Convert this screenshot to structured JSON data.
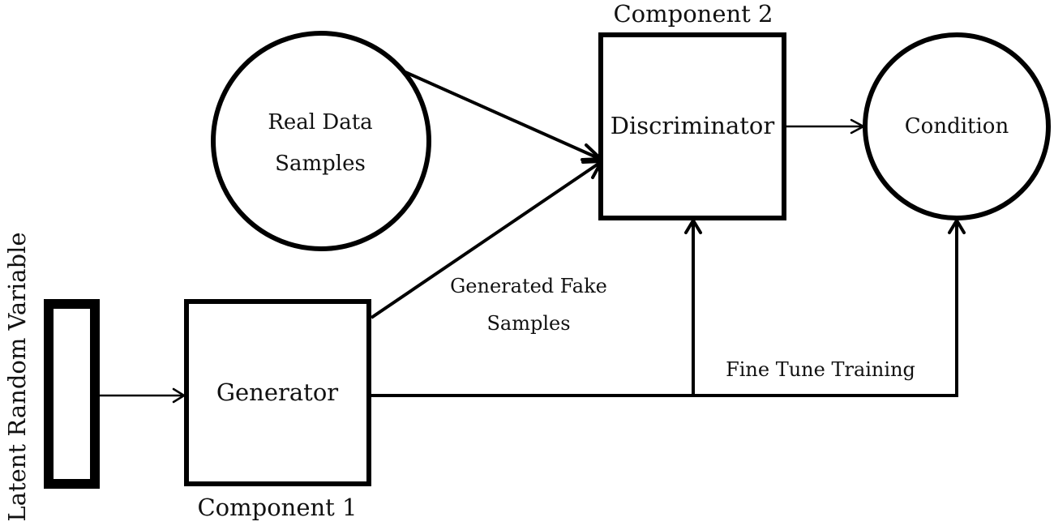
{
  "labels": {
    "latent": "Latent Random Variable",
    "generator": "Generator",
    "component1": "Component 1",
    "real_line1": "Real Data",
    "real_line2": "Samples",
    "discriminator": "Discriminator",
    "component2": "Component 2",
    "condition": "Condition",
    "fake_line1": "Generated Fake",
    "fake_line2": "Samples",
    "finetune": "Fine Tune Training"
  },
  "colors": {
    "stroke": "#000000",
    "text": "#111111",
    "background": "#ffffff"
  }
}
